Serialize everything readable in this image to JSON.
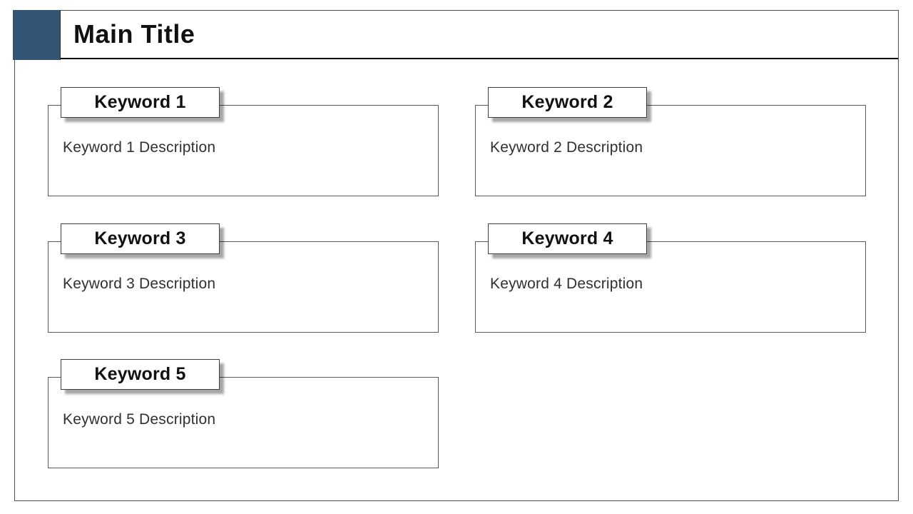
{
  "slide": {
    "title": "Main Title"
  },
  "colors": {
    "accent_blue": "#345473",
    "border_dark": "#3f3f3f",
    "border_light": "#595959",
    "divider": "#000000",
    "text_primary": "#111111",
    "text_secondary": "#303030"
  },
  "cards": [
    {
      "label": "Keyword 1",
      "description": "Keyword 1 Description"
    },
    {
      "label": "Keyword 2",
      "description": "Keyword 2 Description"
    },
    {
      "label": "Keyword 3",
      "description": "Keyword 3 Description"
    },
    {
      "label": "Keyword 4",
      "description": "Keyword 4 Description"
    },
    {
      "label": "Keyword 5",
      "description": "Keyword 5 Description"
    }
  ]
}
